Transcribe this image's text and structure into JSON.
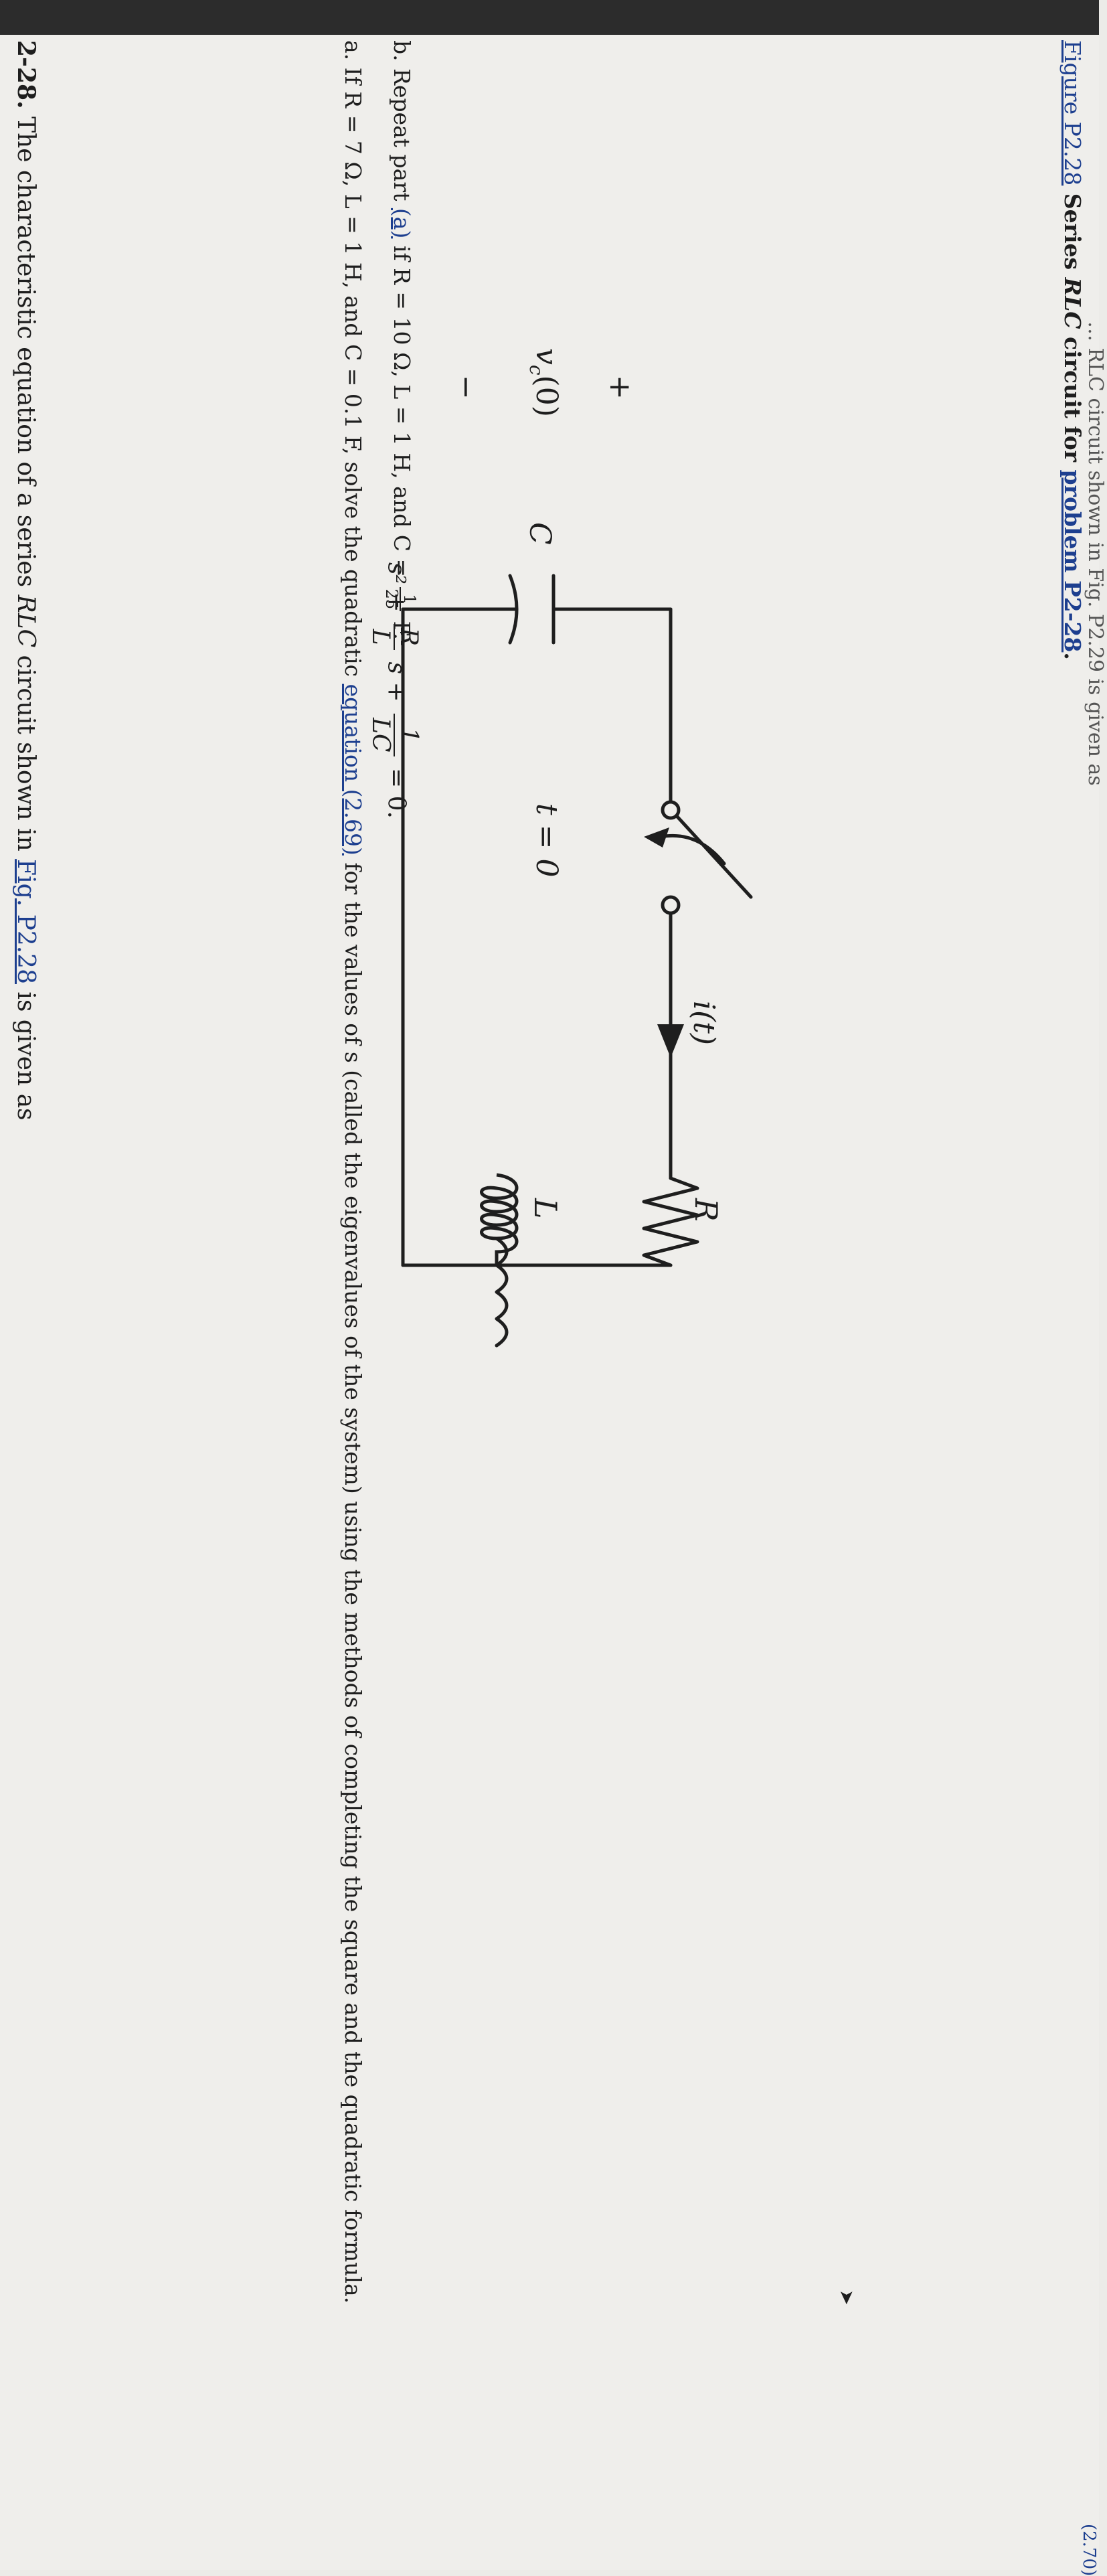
{
  "problem": {
    "number": "2-28.",
    "intro_pre": "The characteristic equation of a series ",
    "intro_rlc": "RLC",
    "intro_mid": " circuit shown in ",
    "intro_link": "Fig. P2.28",
    "intro_post": " is given as"
  },
  "equation": {
    "s2": "s² +",
    "frac1_num": "R",
    "frac1_den": "L",
    "s_term": "s +",
    "frac2_num": "1",
    "frac2_den": "LC",
    "tail": "= 0."
  },
  "part_a": {
    "lead": "a. If ",
    "values": "R = 7 Ω, L = 1 H, and C = 0.1 F, solve the quadratic ",
    "link": "equation (2.69)",
    "rest": " for the values of s (called the eigenvalues of the system) using the methods of completing the square and the quadratic formula."
  },
  "part_b": {
    "lead": "b. Repeat part ",
    "link": "(a)",
    "mid": " if R = 10 Ω, L = 1 H, and C = ",
    "frac_num": "1",
    "frac_den": "25",
    "tail": " F."
  },
  "circuit": {
    "plus": "+",
    "minus": "−",
    "vc_label": "v",
    "vc_sub": "c",
    "vc_arg": "(0)",
    "c_label": "C",
    "switch_label": "t = 0",
    "current_label": "i(t)",
    "r_label": "R",
    "l_label": "L"
  },
  "caption": {
    "fig_link": "Figure P2.28",
    "text_pre": " Series ",
    "text_rlc": "RLC",
    "text_mid": " circuit for ",
    "prob_link": "problem P2-28",
    "text_post": "."
  },
  "next_line": "… RLC circuit shown in Fig. P2.29 is given as",
  "edge_ref": "(2.70)",
  "colors": {
    "text": "#1e1e1e",
    "link": "#1d3f8f",
    "page": "#efeeeb",
    "topbar": "#2c2c2c"
  }
}
